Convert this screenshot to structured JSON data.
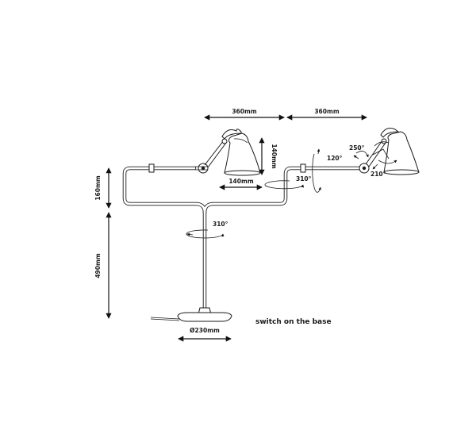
{
  "dimensions": {
    "arm_left_width": "360mm",
    "arm_right_width": "360mm",
    "shade_height": "140mm",
    "shade_width": "140mm",
    "upper_height": "160mm",
    "stem_height": "490mm",
    "base_diameter": "Ø230mm"
  },
  "rotations": {
    "stem": "310°",
    "elbow": "310°",
    "vertical": "120°",
    "shade_up": "250°",
    "shade_side": "210°"
  },
  "note": "switch on the base"
}
